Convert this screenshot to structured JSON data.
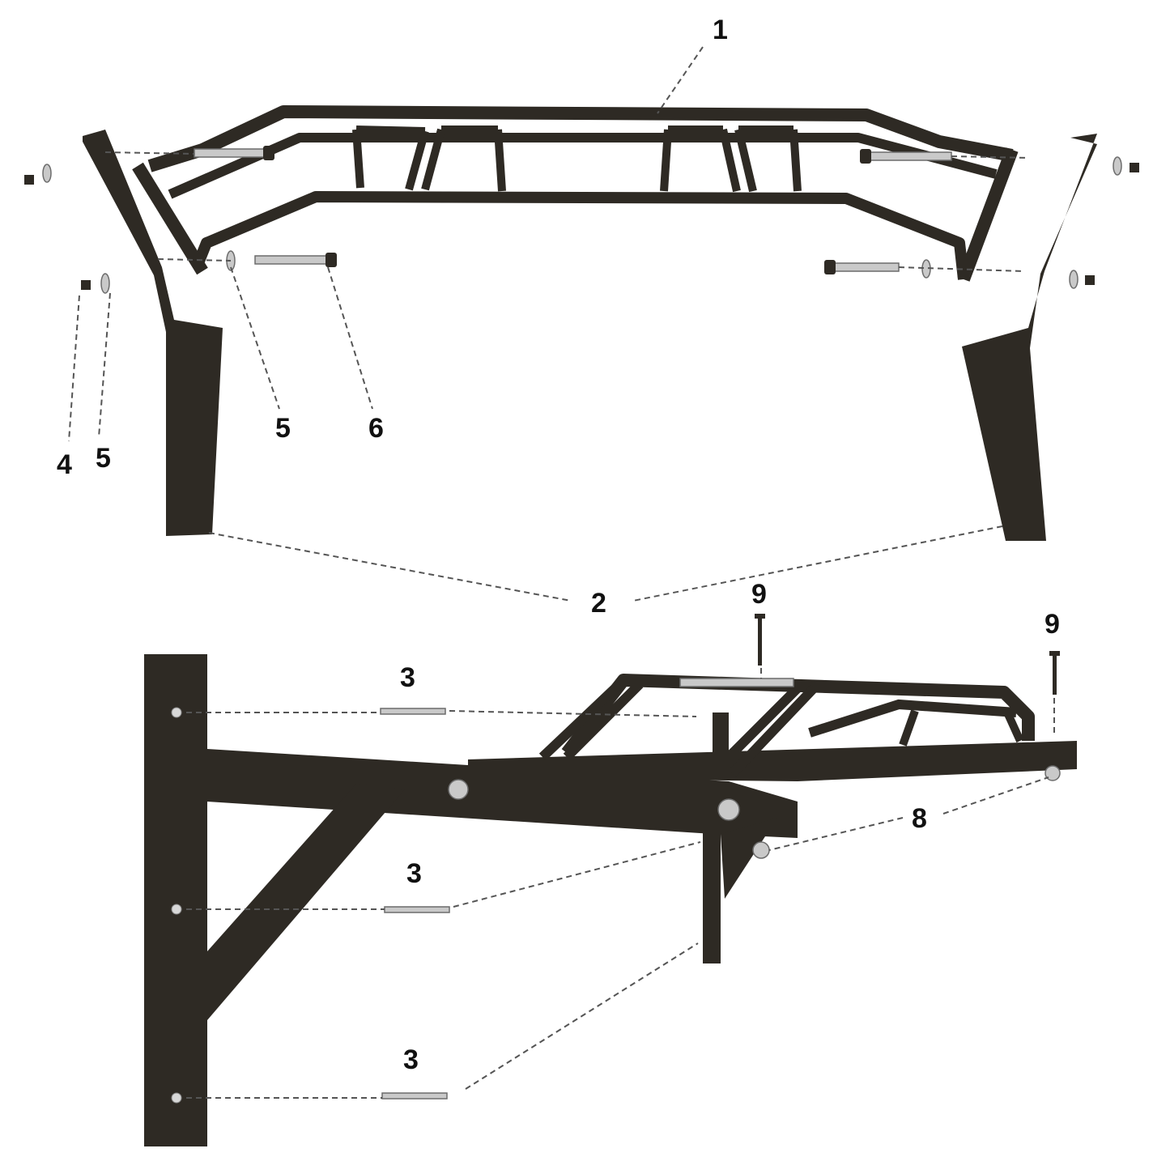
{
  "callouts": {
    "c1": "1",
    "c2": "2",
    "c3a": "3",
    "c3b": "3",
    "c3c": "3",
    "c4": "4",
    "c5a": "5",
    "c5b": "5",
    "c6": "6",
    "c8": "8",
    "c9a": "9",
    "c9b": "9"
  },
  "colors": {
    "steel": "#2e2a24",
    "chrome": "#c9c9c9",
    "leader": "#555555",
    "background": "#ffffff"
  }
}
